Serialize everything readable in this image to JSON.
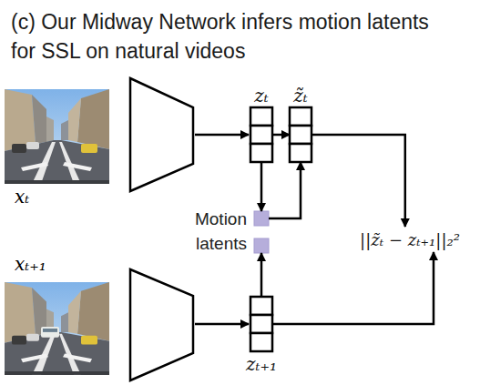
{
  "diagram": {
    "title": "(c) Our Midway Network infers motion latents for SSL on natural videos",
    "nodes": [
      {
        "text": [
          "zₜ"
        ]
      },
      {
        "text": [
          "z̃ₜ"
        ]
      },
      {
        "text": [
          "Motion latents"
        ]
      },
      {
        "text": [
          "zₜ₊₁"
        ]
      },
      {
        "text": [
          "||z̃ₜ − zₜ₊₁||₂²"
        ]
      }
    ],
    "edges": [
      {
        "from": 0,
        "to": 1,
        "arrow": "to"
      },
      {
        "from": 0,
        "to": 2,
        "arrow": "to"
      },
      {
        "from": 3,
        "to": 2,
        "arrow": "to"
      },
      {
        "from": 2,
        "to": 1,
        "arrow": "to"
      },
      {
        "from": 1,
        "to": 4,
        "arrow": "to"
      },
      {
        "from": 3,
        "to": 4,
        "arrow": "to"
      }
    ],
    "labels": [
      "xₜ",
      "xₜ₊₁"
    ]
  }
}
